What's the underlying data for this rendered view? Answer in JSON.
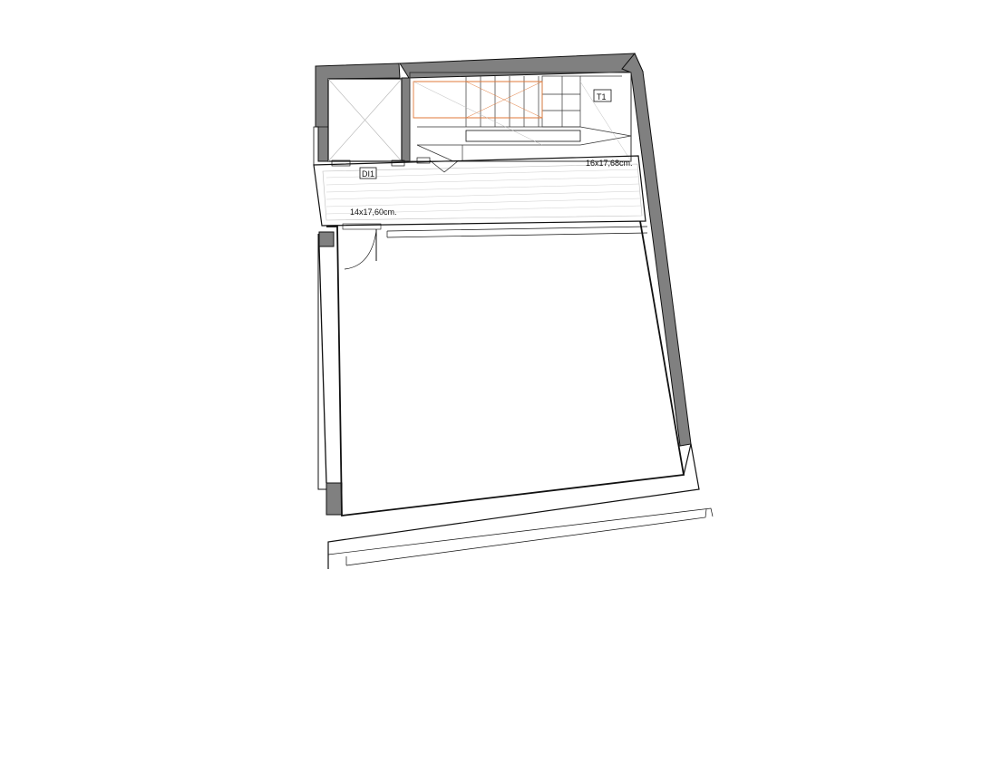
{
  "plan": {
    "tags": {
      "door_tag": "DI1",
      "window_tag": "T1"
    },
    "dimensions": {
      "stair_upper": "16x17,68cm.",
      "stair_lower": "14x17,60cm."
    },
    "colors": {
      "wall_fill": "#808080",
      "line": "#111111",
      "stair_accent": "#e07a3a",
      "hatch": "#bdbdbd"
    }
  }
}
